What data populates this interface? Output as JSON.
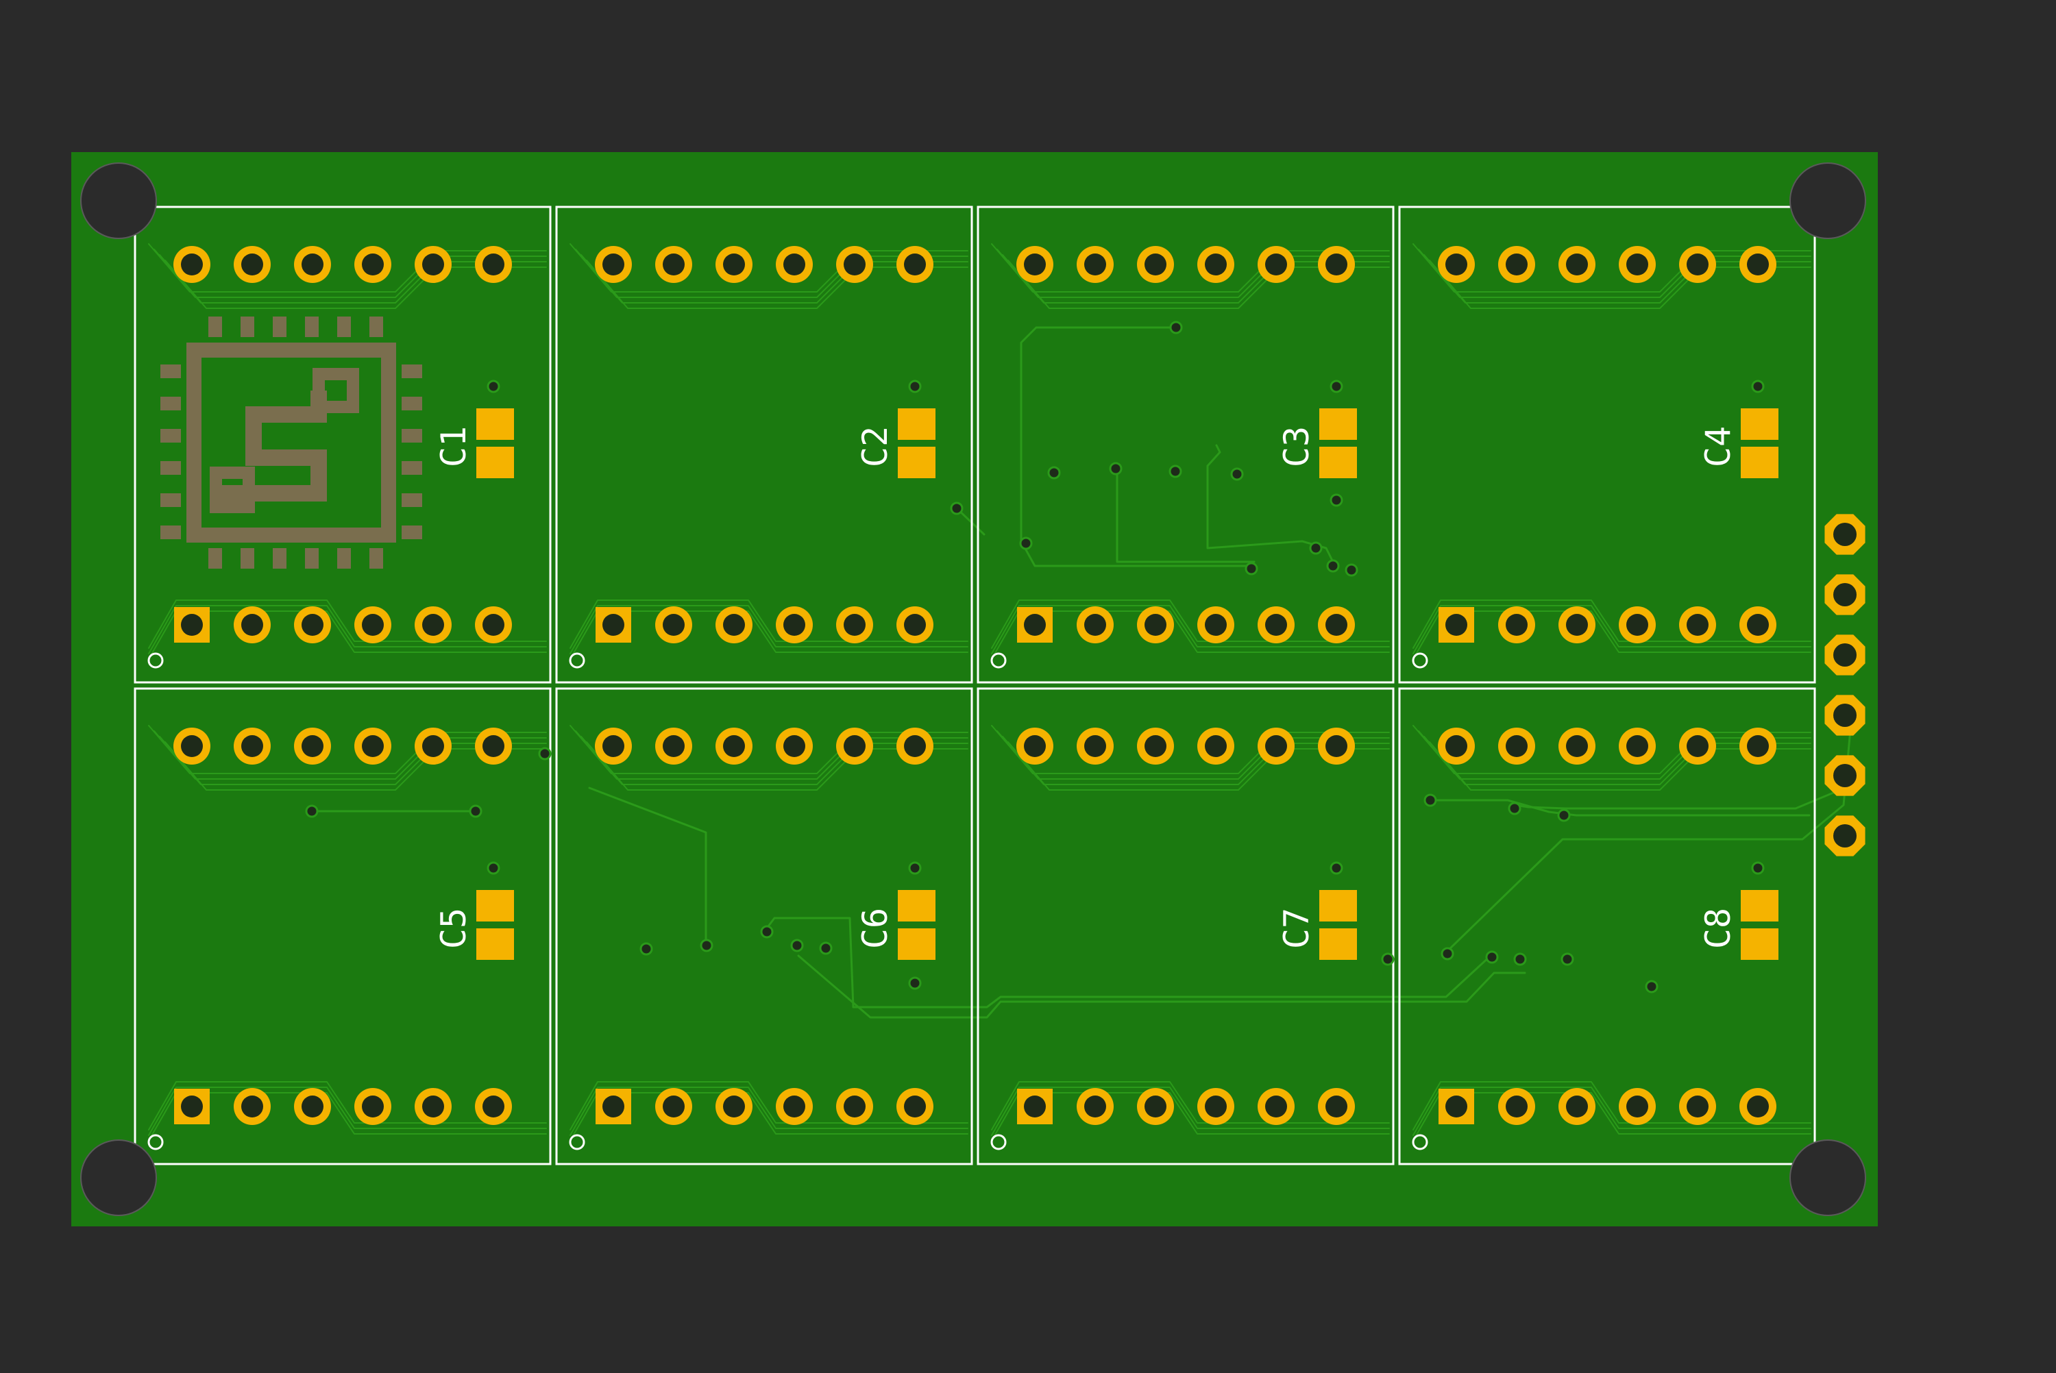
{
  "viewer": {
    "background": "#2a2a2a"
  },
  "board": {
    "substrate_color": "#1b7a10",
    "trace_color": "#2b9a1a",
    "silkscreen_color": "#ffffff",
    "pad_color": "#f5b300",
    "drill_color": "#1e2a1a",
    "mounting_hole_color": "#2b2b2b",
    "logo_color": "#7a6e4e",
    "capacitor_labels": [
      "C1",
      "C2",
      "C3",
      "C4",
      "C5",
      "C6",
      "C7",
      "C8"
    ],
    "module_pin_rows": 2,
    "pins_per_row": 6,
    "header_pin_count": 6,
    "mounting_hole_count": 4
  }
}
